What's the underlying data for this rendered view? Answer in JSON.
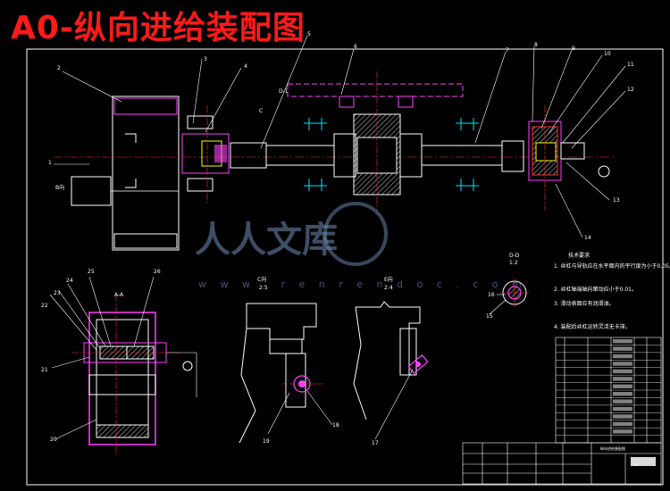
{
  "title": "A0-纵向进给装配图",
  "watermark": {
    "text": "人人文库",
    "url": "w w w . r e n r e n d o c . c o m"
  },
  "view_labels": {
    "b_view": "B向",
    "section_aa": "A-A",
    "detail_c": "C向",
    "detail_c_scale": "2:5",
    "detail_e": "E向",
    "detail_e_scale": "2:4",
    "detail_d": "D-D",
    "detail_d_scale": "1:2",
    "top_d": "D-1",
    "top_c": "C"
  },
  "part_numbers": [
    "1",
    "2",
    "3",
    "4",
    "5",
    "6",
    "7",
    "8",
    "9",
    "10",
    "11",
    "12",
    "13",
    "14",
    "15",
    "16",
    "17",
    "18",
    "19",
    "20",
    "21",
    "22",
    "23",
    "24",
    "25",
    "26"
  ],
  "technical_requirements": {
    "heading": "技术要求",
    "items": [
      "1. 丝杠与导轨应在水平面内的平行度为小于0.05。",
      "2. 丝杠轴端轴向窜动应小于0.01。",
      "3. 滑动表面应有润滑油。",
      "4. 装配后丝杠运转灵活无卡滞。"
    ]
  },
  "title_block": {
    "name": "纵向进给装配图",
    "sheet": "A0"
  }
}
